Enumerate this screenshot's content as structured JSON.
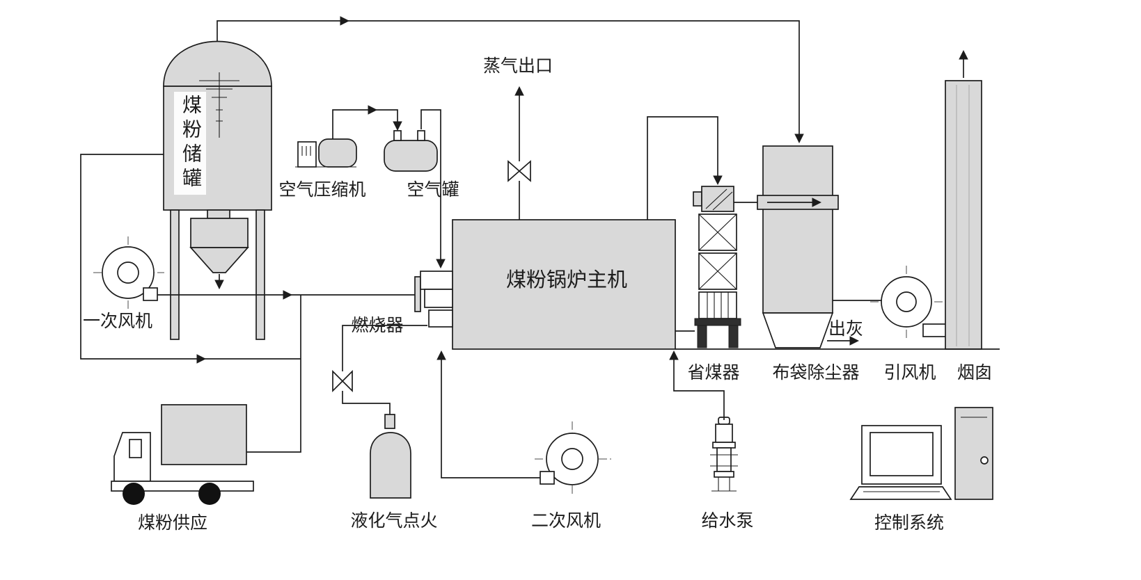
{
  "diagram": {
    "labels": {
      "coal_tank": "煤粉储罐",
      "air_compressor": "空气压缩机",
      "air_tank": "空气罐",
      "steam_outlet": "蒸气出口",
      "boiler_main": "煤粉锅炉主机",
      "burner": "燃烧器",
      "primary_fan": "一次风机",
      "coal_supply": "煤粉供应",
      "lpg_ignition": "液化气点火",
      "secondary_fan": "二次风机",
      "feed_water_pump": "给水泵",
      "economizer": "省煤器",
      "bag_dust_collector": "布袋除尘器",
      "induced_draft_fan": "引风机",
      "chimney": "烟囱",
      "ash_outlet": "出灰",
      "control_system": "控制系统"
    },
    "colors": {
      "equipment_fill": "#d9d9d9",
      "line": "#1c1c1c",
      "background": "#ffffff"
    }
  }
}
